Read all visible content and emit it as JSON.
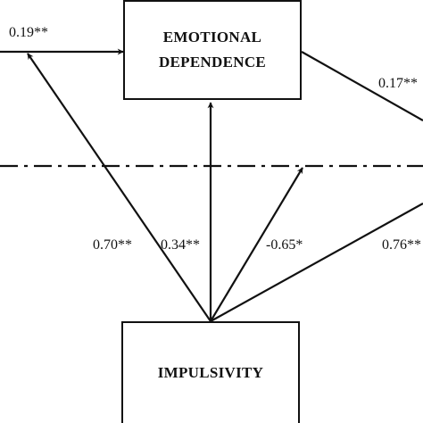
{
  "nodes": {
    "emotional_dependence": {
      "line1": "EMOTIONAL",
      "line2": "DEPENDENCE"
    },
    "impulsivity": {
      "label": "IMPULSIVITY"
    }
  },
  "coefficients": {
    "top_left": "0.19**",
    "top_right": "0.17**",
    "left_diag": "0.70**",
    "vertical": "0.34**",
    "moderation": "-0.65*",
    "right_diag": "0.76**"
  }
}
